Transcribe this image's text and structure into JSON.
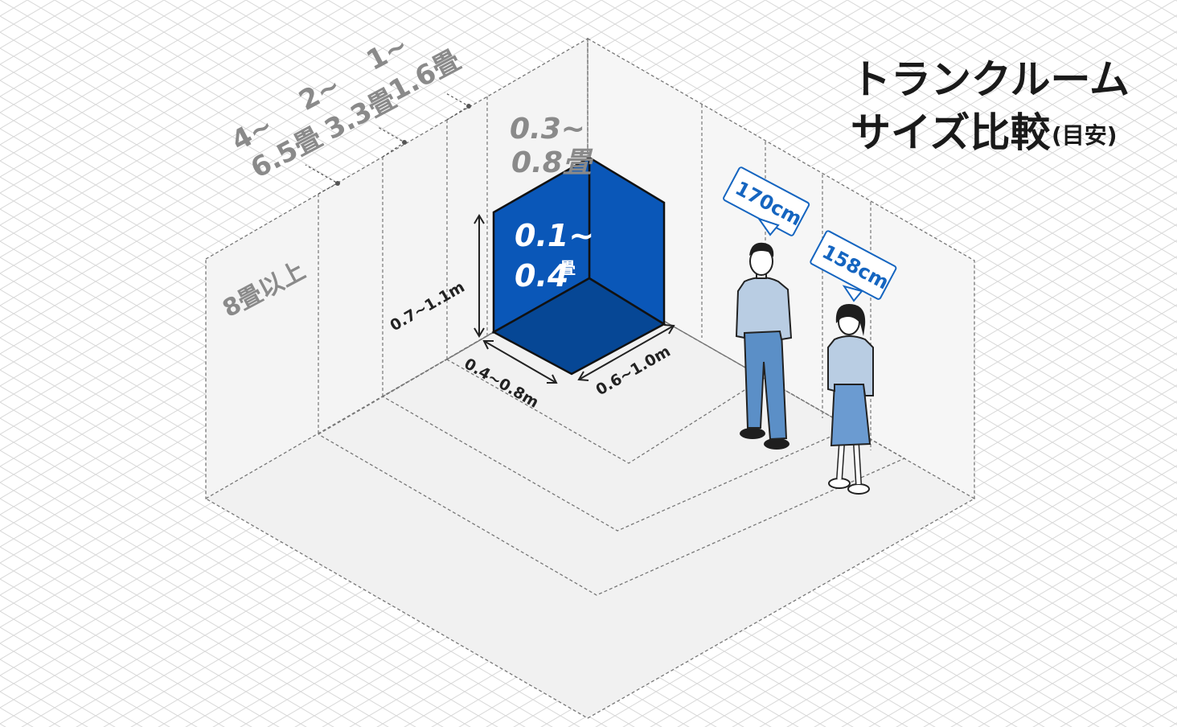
{
  "title": {
    "line1": "トランクルーム",
    "line2_main": "サイズ比較",
    "line2_sub": "(目安)"
  },
  "size_labels": {
    "s8": "8畳以上",
    "s4_a": "4~",
    "s4_b": "6.5畳",
    "s2_a": "2~",
    "s2_b": "3.3畳",
    "s1_a": "1~",
    "s1_b": "1.6畳",
    "s03_a": "0.3~",
    "s03_b": "0.8畳",
    "s01_a": "0.1~",
    "s01_b": "0.4",
    "s01_unit": "畳"
  },
  "dimensions": {
    "height": "0.7~1.1m",
    "depth": "0.4~0.8m",
    "width": "0.6~1.0m"
  },
  "people": {
    "man_height": "170cm",
    "woman_height": "158cm"
  },
  "colors": {
    "box_blue": "#0a57b8",
    "box_blue_dark": "#064795",
    "wall": "#f3f3f3",
    "label_gray": "#8a8a8a",
    "title": "#1a1a1a",
    "tag_border": "#1565c0"
  }
}
